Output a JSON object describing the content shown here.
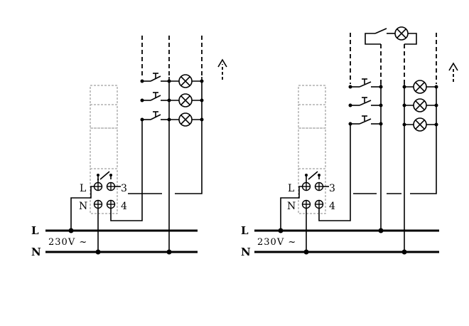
{
  "left_diagram": {
    "supply": {
      "line_label": "L",
      "neutral_label": "N",
      "voltage_label": "230V ~"
    },
    "relay": {
      "line_terminal": "L",
      "neutral_terminal": "N",
      "terminal_3": "3",
      "terminal_4": "4"
    },
    "push_buttons": 3,
    "lamps": 3
  },
  "right_diagram": {
    "supply": {
      "line_label": "L",
      "neutral_label": "N",
      "voltage_label": "230V ~"
    },
    "relay": {
      "line_terminal": "L",
      "neutral_terminal": "N",
      "terminal_3": "3",
      "terminal_4": "4"
    },
    "push_buttons": 3,
    "lamps": 3,
    "extra_switched_lamp": 1
  },
  "icons": [
    "lamp-icon",
    "push-button-icon",
    "screw-terminal-icon",
    "up-arrow-icon"
  ]
}
